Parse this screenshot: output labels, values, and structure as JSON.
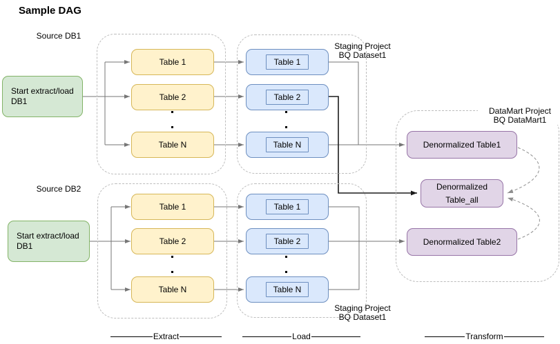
{
  "title": "Sample DAG",
  "pipelines": [
    {
      "source_label": "Source DB1",
      "start": {
        "line1": "Start extract/load",
        "line2": "DB1"
      },
      "extract_tables": {
        "t1": "Table 1",
        "t2": "Table 2",
        "tn": "Table N"
      },
      "load_tables": {
        "t1": "Table 1",
        "t2": "Table 2",
        "tn": "Table N"
      },
      "staging": {
        "line1": "Staging Project",
        "line2": "BQ Dataset1"
      }
    },
    {
      "source_label": "Source DB2",
      "start": {
        "line1": "Start extract/load",
        "line2": "DB1"
      },
      "extract_tables": {
        "t1": "Table 1",
        "t2": "Table 2",
        "tn": "Table N"
      },
      "load_tables": {
        "t1": "Table 1",
        "t2": "Table 2",
        "tn": "Table N"
      },
      "staging": {
        "line1": "Staging Project",
        "line2": "BQ Dataset1"
      }
    }
  ],
  "datamart": {
    "label": {
      "line1": "DataMart Project",
      "line2": "BQ DataMart1"
    },
    "table1": "Denormalized Table1",
    "table_all": {
      "line1": "Denormalized",
      "line2": "Table_all"
    },
    "table2": "Denormalized Table2"
  },
  "stages": {
    "extract": "Extract",
    "load": "Load",
    "transform": "Transform"
  },
  "colors": {
    "green_fill": "#d5e8d4",
    "green_stroke": "#82b366",
    "yellow_fill": "#fff2cc",
    "yellow_stroke": "#d6b656",
    "blue_fill": "#dae8fc",
    "blue_stroke": "#6c8ebf",
    "purple_fill": "#e1d5e7",
    "purple_stroke": "#9673a6",
    "group_border": "#bcbcbc",
    "arrow_color": "#767676",
    "bold_arrow_color": "#1a1a1a",
    "dashed_arc_color": "#8f8f8f"
  }
}
